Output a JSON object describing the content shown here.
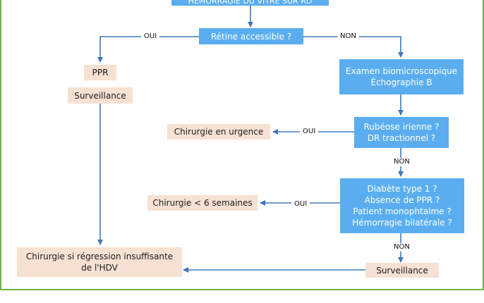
{
  "colors": {
    "frame": "#6fb34a",
    "decision_fill": "#5aaef0",
    "action_fill": "#f7e1d3",
    "arrow": "#3f78b8"
  },
  "nodes": {
    "top": "HÉMORRAGIE DU VITRÉ SUR RD",
    "retine": "Rétine accessible ?",
    "ppr": "PPR",
    "surv_left": "Surveillance",
    "exam_line1": "Examen biomicroscopique",
    "exam_line2": "Échographie B",
    "rubeose_line1": "Rubéose irienne ?",
    "rubeose_line2": "DR tractionnel ?",
    "chir_urgence": "Chirurgie en urgence",
    "diabete_line1": "Diabète type 1 ?",
    "diabete_line2": "Absence de PPR ?",
    "diabete_line3": "Patient monophtalme ?",
    "diabete_line4": "Hémorragie bilatérale ?",
    "chir_6sem": "Chirurgie < 6 semaines",
    "chir_regression_line1": "Chirurgie si régression insuffisante",
    "chir_regression_line2": "de l'HDV",
    "surv_right": "Surveillance"
  },
  "labels": {
    "oui_retine": "OUI",
    "non_retine": "NON",
    "oui_rubeose": "OUI",
    "non_rubeose": "NON",
    "oui_diabete": "OUI",
    "non_diabete": "NON"
  }
}
